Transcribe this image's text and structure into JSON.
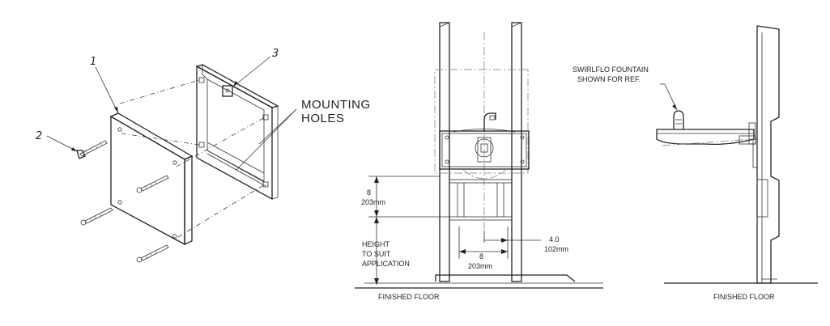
{
  "colors": {
    "panel": "#bfe0ec",
    "stroke": "#222222",
    "strip": "#bfe0ec"
  },
  "exploded": {
    "callout_1": "1",
    "callout_2": "2",
    "callout_3": "3",
    "mounting_line1": "MOUNTING",
    "mounting_line2": "HOLES"
  },
  "front": {
    "dim_8_top": "8",
    "dim_203_top": "203mm",
    "height_line1": "HEIGHT",
    "height_line2": "TO SUIT",
    "height_line3": "APPLICATION",
    "dim_8_bottom": "8",
    "dim_203_bottom": "203mm",
    "dim_4": "4.0",
    "dim_102": "102mm",
    "floor": "FINISHED FLOOR"
  },
  "side": {
    "ref_line1": "SWIRLFLO FOUNTAIN",
    "ref_line2": "SHOWN FOR REF.",
    "floor": "FINISHED FLOOR"
  }
}
